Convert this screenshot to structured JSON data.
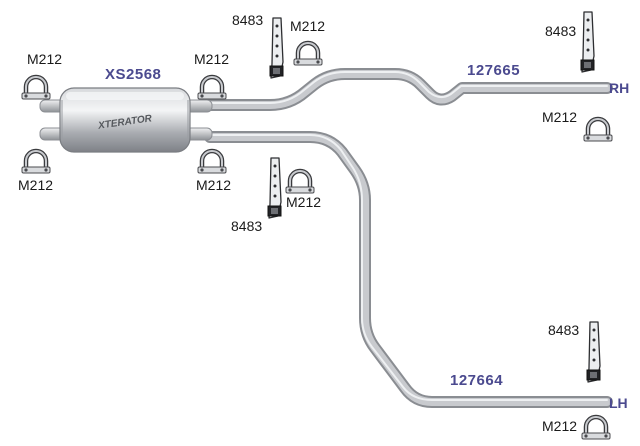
{
  "muffler": {
    "part_number": "XS2568",
    "brand_text": "XTERATOR"
  },
  "pipes": {
    "right": {
      "part_number": "127665",
      "side": "RH"
    },
    "left": {
      "part_number": "127664",
      "side": "LH"
    }
  },
  "clamp_label": "M212",
  "hanger_label": "8483",
  "colors": {
    "part_number": "#4b4a8f",
    "pipe": "#b9bcc0",
    "label": "#1a1a1a"
  },
  "icons": [
    "muffler-icon",
    "pipe-icon",
    "clamp-icon",
    "hanger-icon"
  ]
}
